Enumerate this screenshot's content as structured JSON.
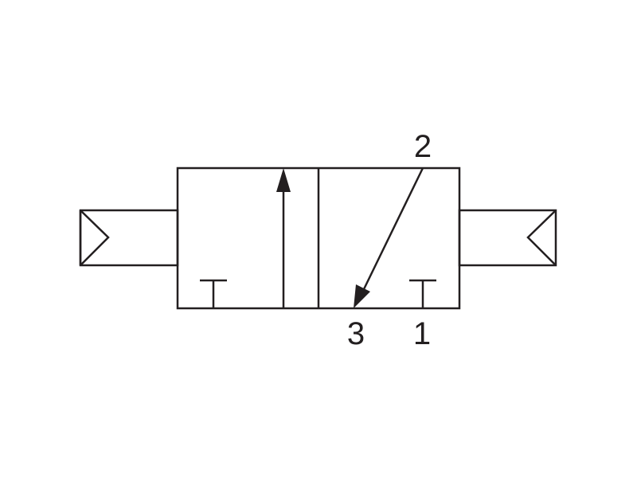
{
  "diagram": {
    "type": "pneumatic-valve-symbol",
    "description_visible": false,
    "stroke_color": "#231f20",
    "background_color": "#ffffff",
    "ports": {
      "port_2": "2",
      "port_3": "3",
      "port_1": "1"
    }
  }
}
